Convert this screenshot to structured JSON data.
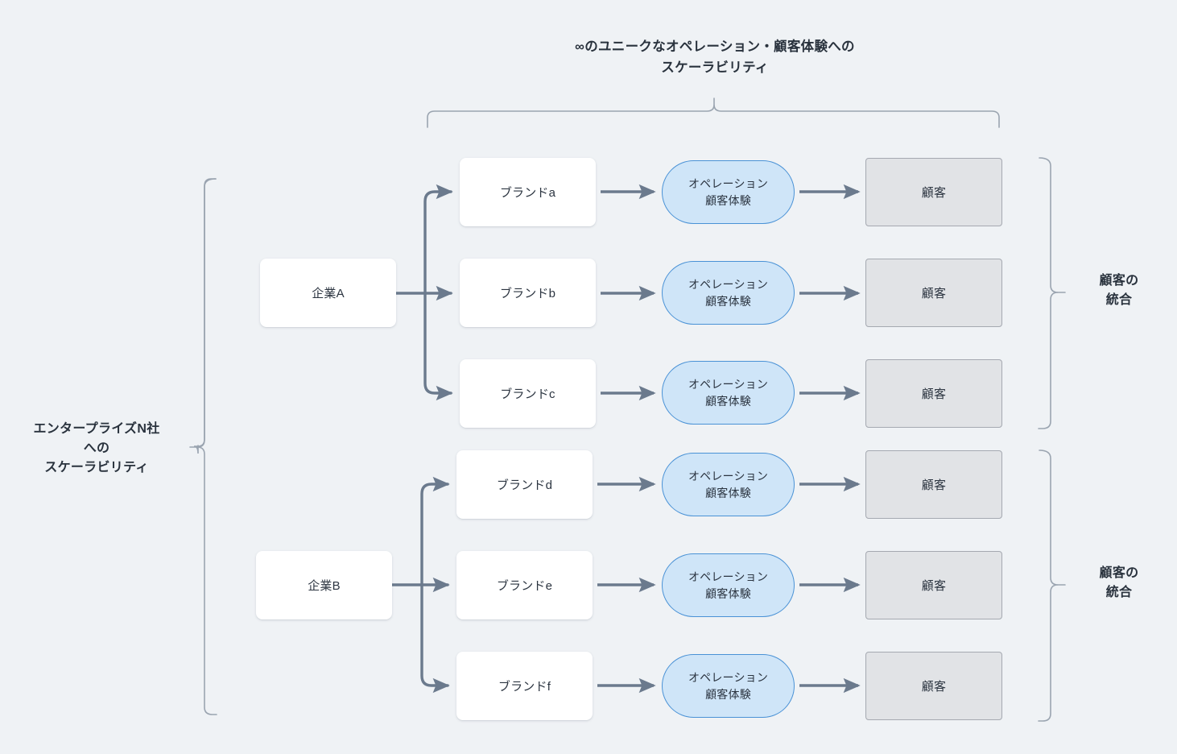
{
  "colors": {
    "background": "#eff2f5",
    "arrow": "#6b7a8d",
    "brace": "#9aa4b0",
    "pill_fill": "#cfe5f8",
    "pill_border": "#4a92d6",
    "gray_fill": "#e1e3e6",
    "gray_border": "#a5a9b1",
    "text": "#2b3440"
  },
  "diagram": {
    "top_title": {
      "lines": [
        "∞のユニークなオペレーション・顧客体験への",
        "スケーラビリティ"
      ]
    },
    "left_label": {
      "lines": [
        "エンタープライズN社",
        "への",
        "スケーラビリティ"
      ]
    },
    "right_labels": [
      {
        "lines": [
          "顧客の",
          "統合"
        ]
      },
      {
        "lines": [
          "顧客の",
          "統合"
        ]
      }
    ],
    "groups": [
      {
        "company": "企業A",
        "rows": [
          {
            "brand": "ブランドa",
            "operation": [
              "オペレーション",
              "顧客体験"
            ],
            "customer": "顧客"
          },
          {
            "brand": "ブランドb",
            "operation": [
              "オペレーション",
              "顧客体験"
            ],
            "customer": "顧客"
          },
          {
            "brand": "ブランドc",
            "operation": [
              "オペレーション",
              "顧客体験"
            ],
            "customer": "顧客"
          }
        ]
      },
      {
        "company": "企業B",
        "rows": [
          {
            "brand": "ブランドd",
            "operation": [
              "オペレーション",
              "顧客体験"
            ],
            "customer": "顧客"
          },
          {
            "brand": "ブランドe",
            "operation": [
              "オペレーション",
              "顧客体験"
            ],
            "customer": "顧客"
          },
          {
            "brand": "ブランドf",
            "operation": [
              "オペレーション",
              "顧客体験"
            ],
            "customer": "顧客"
          }
        ]
      }
    ]
  }
}
